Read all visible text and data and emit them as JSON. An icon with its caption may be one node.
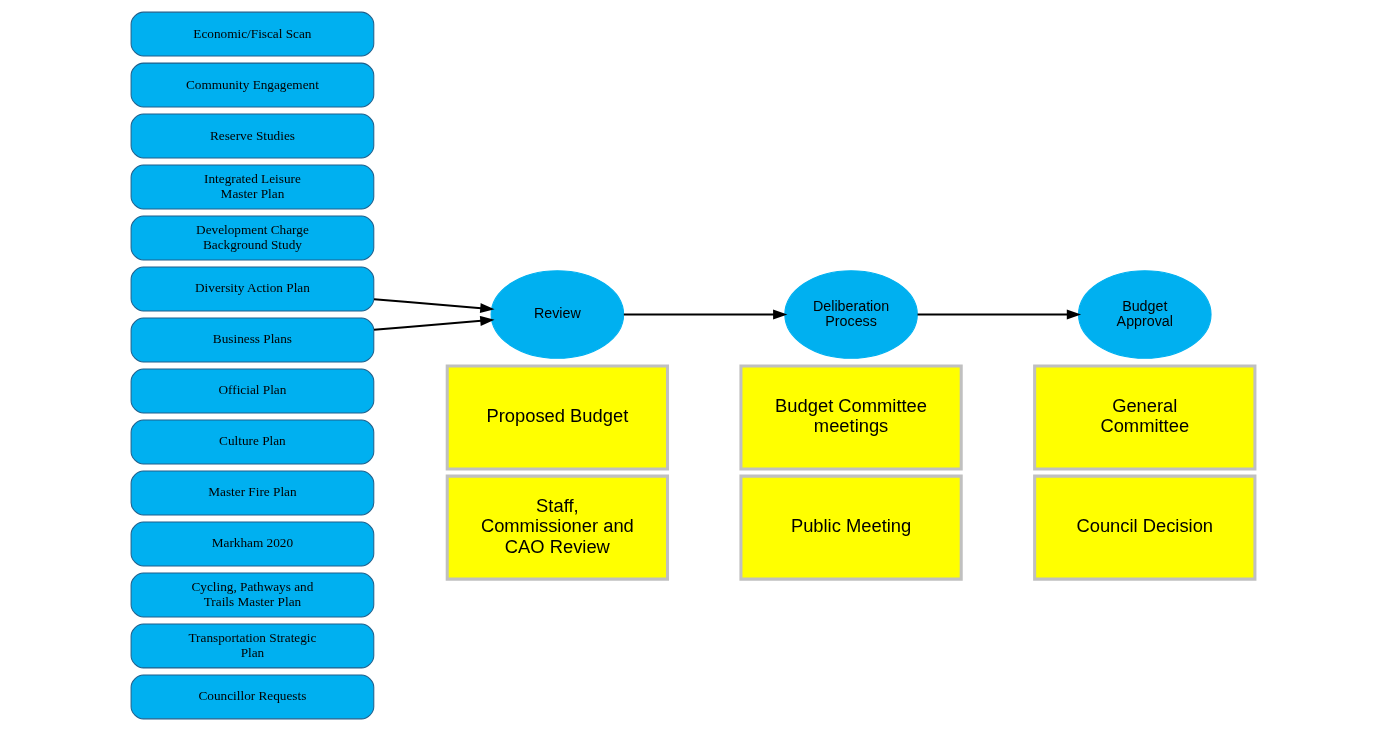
{
  "diagram": {
    "nodes": [
      {
        "text": [
          "Economic/Fiscal Scan"
        ]
      },
      {
        "text": [
          "Community Engagement"
        ]
      },
      {
        "text": [
          "Business Plans"
        ]
      },
      {
        "text": [
          "Reserve Studies"
        ]
      },
      {
        "text": [
          "Integrated Leisure Master Plan"
        ]
      },
      {
        "text": [
          "Development Charge Background Study"
        ]
      },
      {
        "text": [
          "Diversity Action Plan"
        ]
      },
      {
        "text": [
          "Official Plan"
        ]
      },
      {
        "text": [
          "Culture Plan"
        ]
      },
      {
        "text": [
          "Master Fire Plan"
        ]
      },
      {
        "text": [
          "Markham 2020"
        ]
      },
      {
        "text": [
          "Cycling, Pathways and Trails Master Plan"
        ]
      },
      {
        "text": [
          "Transportation Strategic Plan"
        ]
      },
      {
        "text": [
          "Councillor Requests"
        ]
      },
      {
        "text": [
          "Review"
        ]
      },
      {
        "text": [
          "Deliberation Process"
        ]
      },
      {
        "text": [
          "Budget Approval"
        ]
      },
      {
        "text": [
          "Proposed Budget"
        ]
      },
      {
        "text": [
          "Staff, Commissioner and CAO Review"
        ]
      },
      {
        "text": [
          "Budget Committee meetings"
        ]
      },
      {
        "text": [
          "Public Meeting"
        ]
      },
      {
        "text": [
          "General Committee"
        ]
      },
      {
        "text": [
          "Council Decision"
        ]
      }
    ],
    "edges": [
      {
        "from": 2,
        "to": 14,
        "arrow": "to"
      },
      {
        "from": 6,
        "to": 14,
        "arrow": "to"
      },
      {
        "from": 14,
        "to": 15,
        "arrow": "to"
      },
      {
        "from": 15,
        "to": 16,
        "arrow": "to"
      }
    ]
  }
}
